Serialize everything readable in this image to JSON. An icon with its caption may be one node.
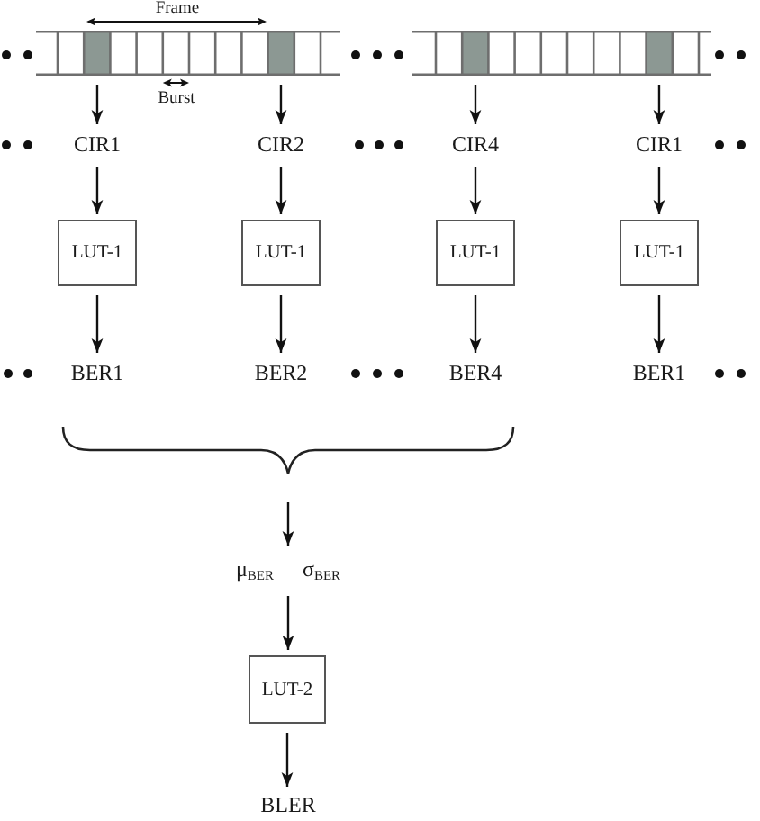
{
  "diagram": {
    "nodes": [
      {
        "text": [],
        "shape": "bar"
      },
      {
        "text": [],
        "shape": "bar"
      },
      {
        "text": [
          "CIR1"
        ]
      },
      {
        "text": [
          "CIR2"
        ]
      },
      {
        "text": [
          "CIR4"
        ]
      },
      {
        "text": [
          "CIR1"
        ]
      },
      {
        "text": [
          "LUT-1"
        ]
      },
      {
        "text": [
          "LUT-1"
        ]
      },
      {
        "text": [
          "LUT-1"
        ]
      },
      {
        "text": [
          "LUT-1"
        ]
      },
      {
        "text": [
          "BER1"
        ]
      },
      {
        "text": [
          "BER2"
        ]
      },
      {
        "text": [
          "BER4"
        ]
      },
      {
        "text": [
          "BER1"
        ]
      },
      {
        "text": [
          "μ$_{BER}$ σ$_{BER}$"
        ]
      },
      {
        "text": [
          "LUT-2"
        ]
      },
      {
        "text": [
          "BLER"
        ]
      }
    ],
    "edges": [
      {
        "from": 0,
        "to": 2,
        "arrow": "to"
      },
      {
        "from": 0,
        "to": 3,
        "arrow": "to"
      },
      {
        "from": 1,
        "to": 4,
        "arrow": "to"
      },
      {
        "from": 1,
        "to": 5,
        "arrow": "to"
      },
      {
        "from": 2,
        "to": 6,
        "arrow": "to"
      },
      {
        "from": 3,
        "to": 7,
        "arrow": "to"
      },
      {
        "from": 4,
        "to": 8,
        "arrow": "to"
      },
      {
        "from": 5,
        "to": 9,
        "arrow": "to"
      },
      {
        "from": 6,
        "to": 10,
        "arrow": "to"
      },
      {
        "from": 7,
        "to": 11,
        "arrow": "to"
      },
      {
        "from": 8,
        "to": 12,
        "arrow": "to"
      },
      {
        "from": 9,
        "to": 13,
        "arrow": "to"
      },
      {
        "from": null,
        "to": 14,
        "arrow": "to"
      },
      {
        "from": 14,
        "to": 15,
        "arrow": "to"
      },
      {
        "from": 15,
        "to": 16,
        "arrow": "to"
      }
    ],
    "labels": [
      "Frame",
      "Burst"
    ]
  }
}
